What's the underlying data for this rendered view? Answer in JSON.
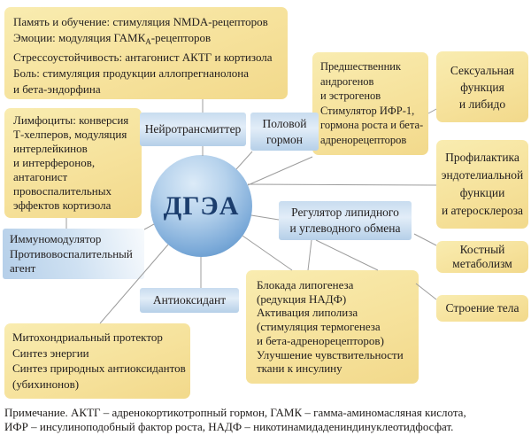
{
  "center": {
    "label": "ДГЭА"
  },
  "boxes": {
    "memory": {
      "line1": "Память и обучение: стимуляция NMDA-рецепторов",
      "line2_pre": "Эмоции: модуляция ГАМК",
      "line2_sub": "А",
      "line2_post": "-рецепторов",
      "line3": "Стрессоустойчивость: антагонист АКТГ и кортизола",
      "line4": "Боль: стимуляция продукции аллопрегнанолона",
      "line5": "и бета-эндорфина"
    },
    "lymphocytes": {
      "lines": [
        "Лимфоциты: конверсия",
        "Т-хелперов, модуляция",
        "интерлейкинов",
        "и интерферонов,",
        "антагонист",
        "провоспалительных",
        "эффектов кортизола"
      ]
    },
    "neurotransmitter": {
      "label": "Нейротрансмиттер"
    },
    "sex_hormone": {
      "lines": [
        "Половой",
        "гормон"
      ]
    },
    "precursor": {
      "lines": [
        "Предшественник",
        "андрогенов",
        "и эстрогенов",
        "Стимулятор ИФР-1,",
        "гормона роста и бета-",
        "адренорецепторов"
      ]
    },
    "sexual_function": {
      "lines": [
        "Сексуальная",
        "функция",
        "и либидо"
      ]
    },
    "endothelial": {
      "lines": [
        "Профилактика",
        "эндотелиальной",
        "функции",
        "и атеросклероза"
      ]
    },
    "lipid_regulator": {
      "lines": [
        "Регулятор липидного",
        "и углеводного обмена"
      ]
    },
    "bone_metabolism": {
      "lines": [
        "Костный",
        "метаболизм"
      ]
    },
    "body_structure": {
      "label": "Строение тела"
    },
    "immunomodulator": {
      "lines": [
        "Иммуномодулятор",
        "Противовоспалительный",
        "агент"
      ]
    },
    "antioxidant": {
      "label": "Антиоксидант"
    },
    "lipogenesis": {
      "lines": [
        "Блокада липогенеза",
        "(редукция НАДФ)",
        "Активация липолиза",
        "(стимуляция термогенеза",
        "и бета-адренорецепторов)",
        "Улучшение чувствительности",
        "ткани к инсулину"
      ]
    },
    "mitochondrial": {
      "lines": [
        "Митохондриальный протектор",
        "Синтез энергии",
        "Синтез природных антиоксидантов",
        "(убихинонов)"
      ]
    }
  },
  "note": {
    "line1": "Примечание. АКТГ – адренокортикотропный гормон, ГАМК – гамма-аминомасляная кислота,",
    "line2": "ИФР – инсулиноподобный фактор роста, НАДФ – никотинамидадениндинуклеотидфосфат."
  },
  "colors": {
    "yellow_box": "#f6e29c",
    "blue_box": "#c3d8ec",
    "circle_blue": "#5b93c8",
    "circle_text": "#1b3d6d",
    "connector_line": "#9c9c9c",
    "text": "#242020",
    "background": "#ffffff"
  }
}
